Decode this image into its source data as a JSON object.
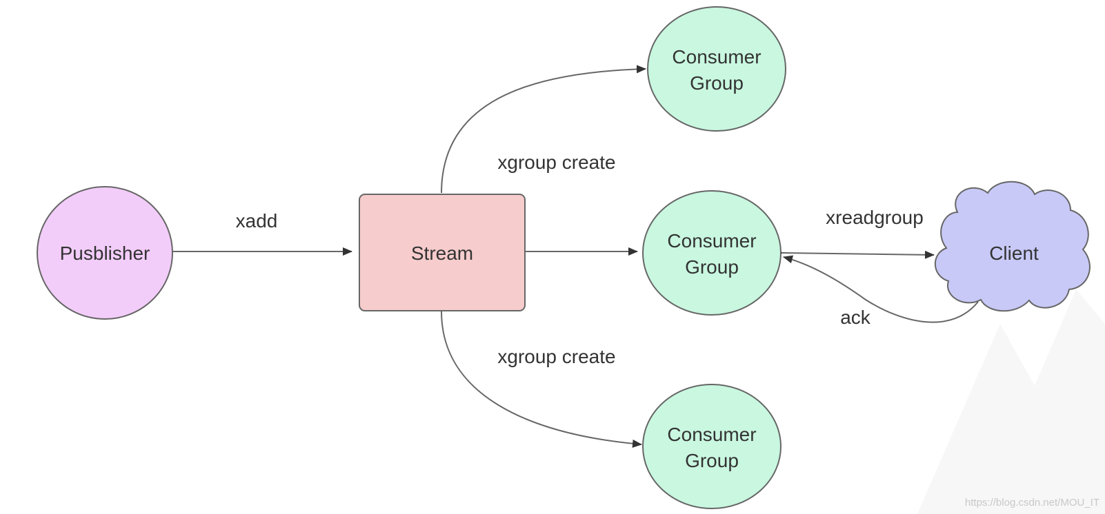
{
  "nodes": {
    "publisher": {
      "label": "Pusblisher"
    },
    "stream": {
      "label": "Stream"
    },
    "consumer_group_top": {
      "line1": "Consumer",
      "line2": "Group"
    },
    "consumer_group_middle": {
      "line1": "Consumer",
      "line2": "Group"
    },
    "consumer_group_bottom": {
      "line1": "Consumer",
      "line2": "Group"
    },
    "client": {
      "label": "Client"
    }
  },
  "edges": {
    "xadd": "xadd",
    "xgroup_create_top": "xgroup create",
    "xgroup_create_bottom": "xgroup create",
    "xreadgroup": "xreadgroup",
    "ack": "ack"
  },
  "colors": {
    "publisher_fill": "#f3cdfa",
    "stream_fill": "#f6cccc",
    "consumer_fill": "#c9f7e0",
    "client_fill": "#c8c9f7",
    "stroke": "#666666"
  },
  "watermark": "https://blog.csdn.net/MOU_IT"
}
